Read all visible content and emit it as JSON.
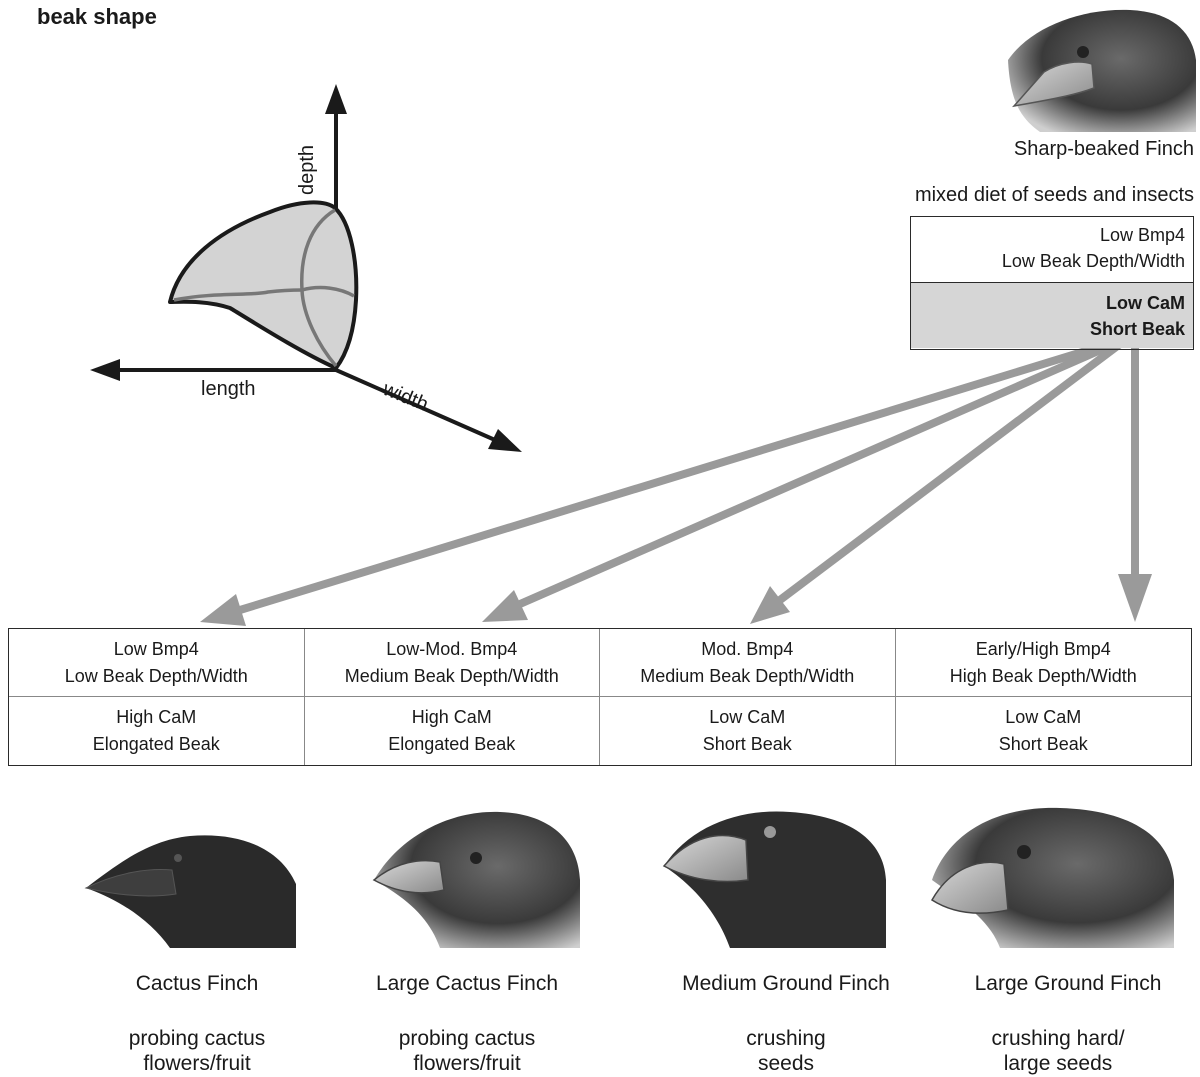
{
  "title": "beak shape",
  "axes": {
    "depth": "depth",
    "length": "length",
    "width": "width"
  },
  "top_bird": {
    "name": "Sharp-beaked Finch",
    "diet": "mixed diet of seeds and insects",
    "row1_line1": "Low Bmp4",
    "row1_line2": "Low Beak Depth/Width",
    "row2_line1": "Low CaM",
    "row2_line2": "Short Beak"
  },
  "columns": [
    {
      "bmp": "Low Bmp4",
      "depth": "Low Beak Depth/Width",
      "cam": "High CaM",
      "beak": "Elongated Beak",
      "name": "Cactus Finch",
      "diet1": "probing cactus",
      "diet2": "flowers/fruit"
    },
    {
      "bmp": "Low-Mod. Bmp4",
      "depth": "Medium Beak Depth/Width",
      "cam": "High CaM",
      "beak": "Elongated Beak",
      "name": "Large Cactus Finch",
      "diet1": "probing cactus",
      "diet2": "flowers/fruit"
    },
    {
      "bmp": "Mod. Bmp4",
      "depth": "Medium Beak Depth/Width",
      "cam": "Low CaM",
      "beak": "Short Beak",
      "name": "Medium Ground Finch",
      "diet1": "crushing",
      "diet2": "seeds"
    },
    {
      "bmp": "Early/High Bmp4",
      "depth": "High Beak Depth/Width",
      "cam": "Low CaM",
      "beak": "Short Beak",
      "name": "Large Ground Finch",
      "diet1": "crushing hard/",
      "diet2": "large seeds"
    }
  ],
  "colors": {
    "arrow": "#9a9a9a",
    "highlight": "#d6d6d6",
    "ink": "#1a1a1a"
  }
}
